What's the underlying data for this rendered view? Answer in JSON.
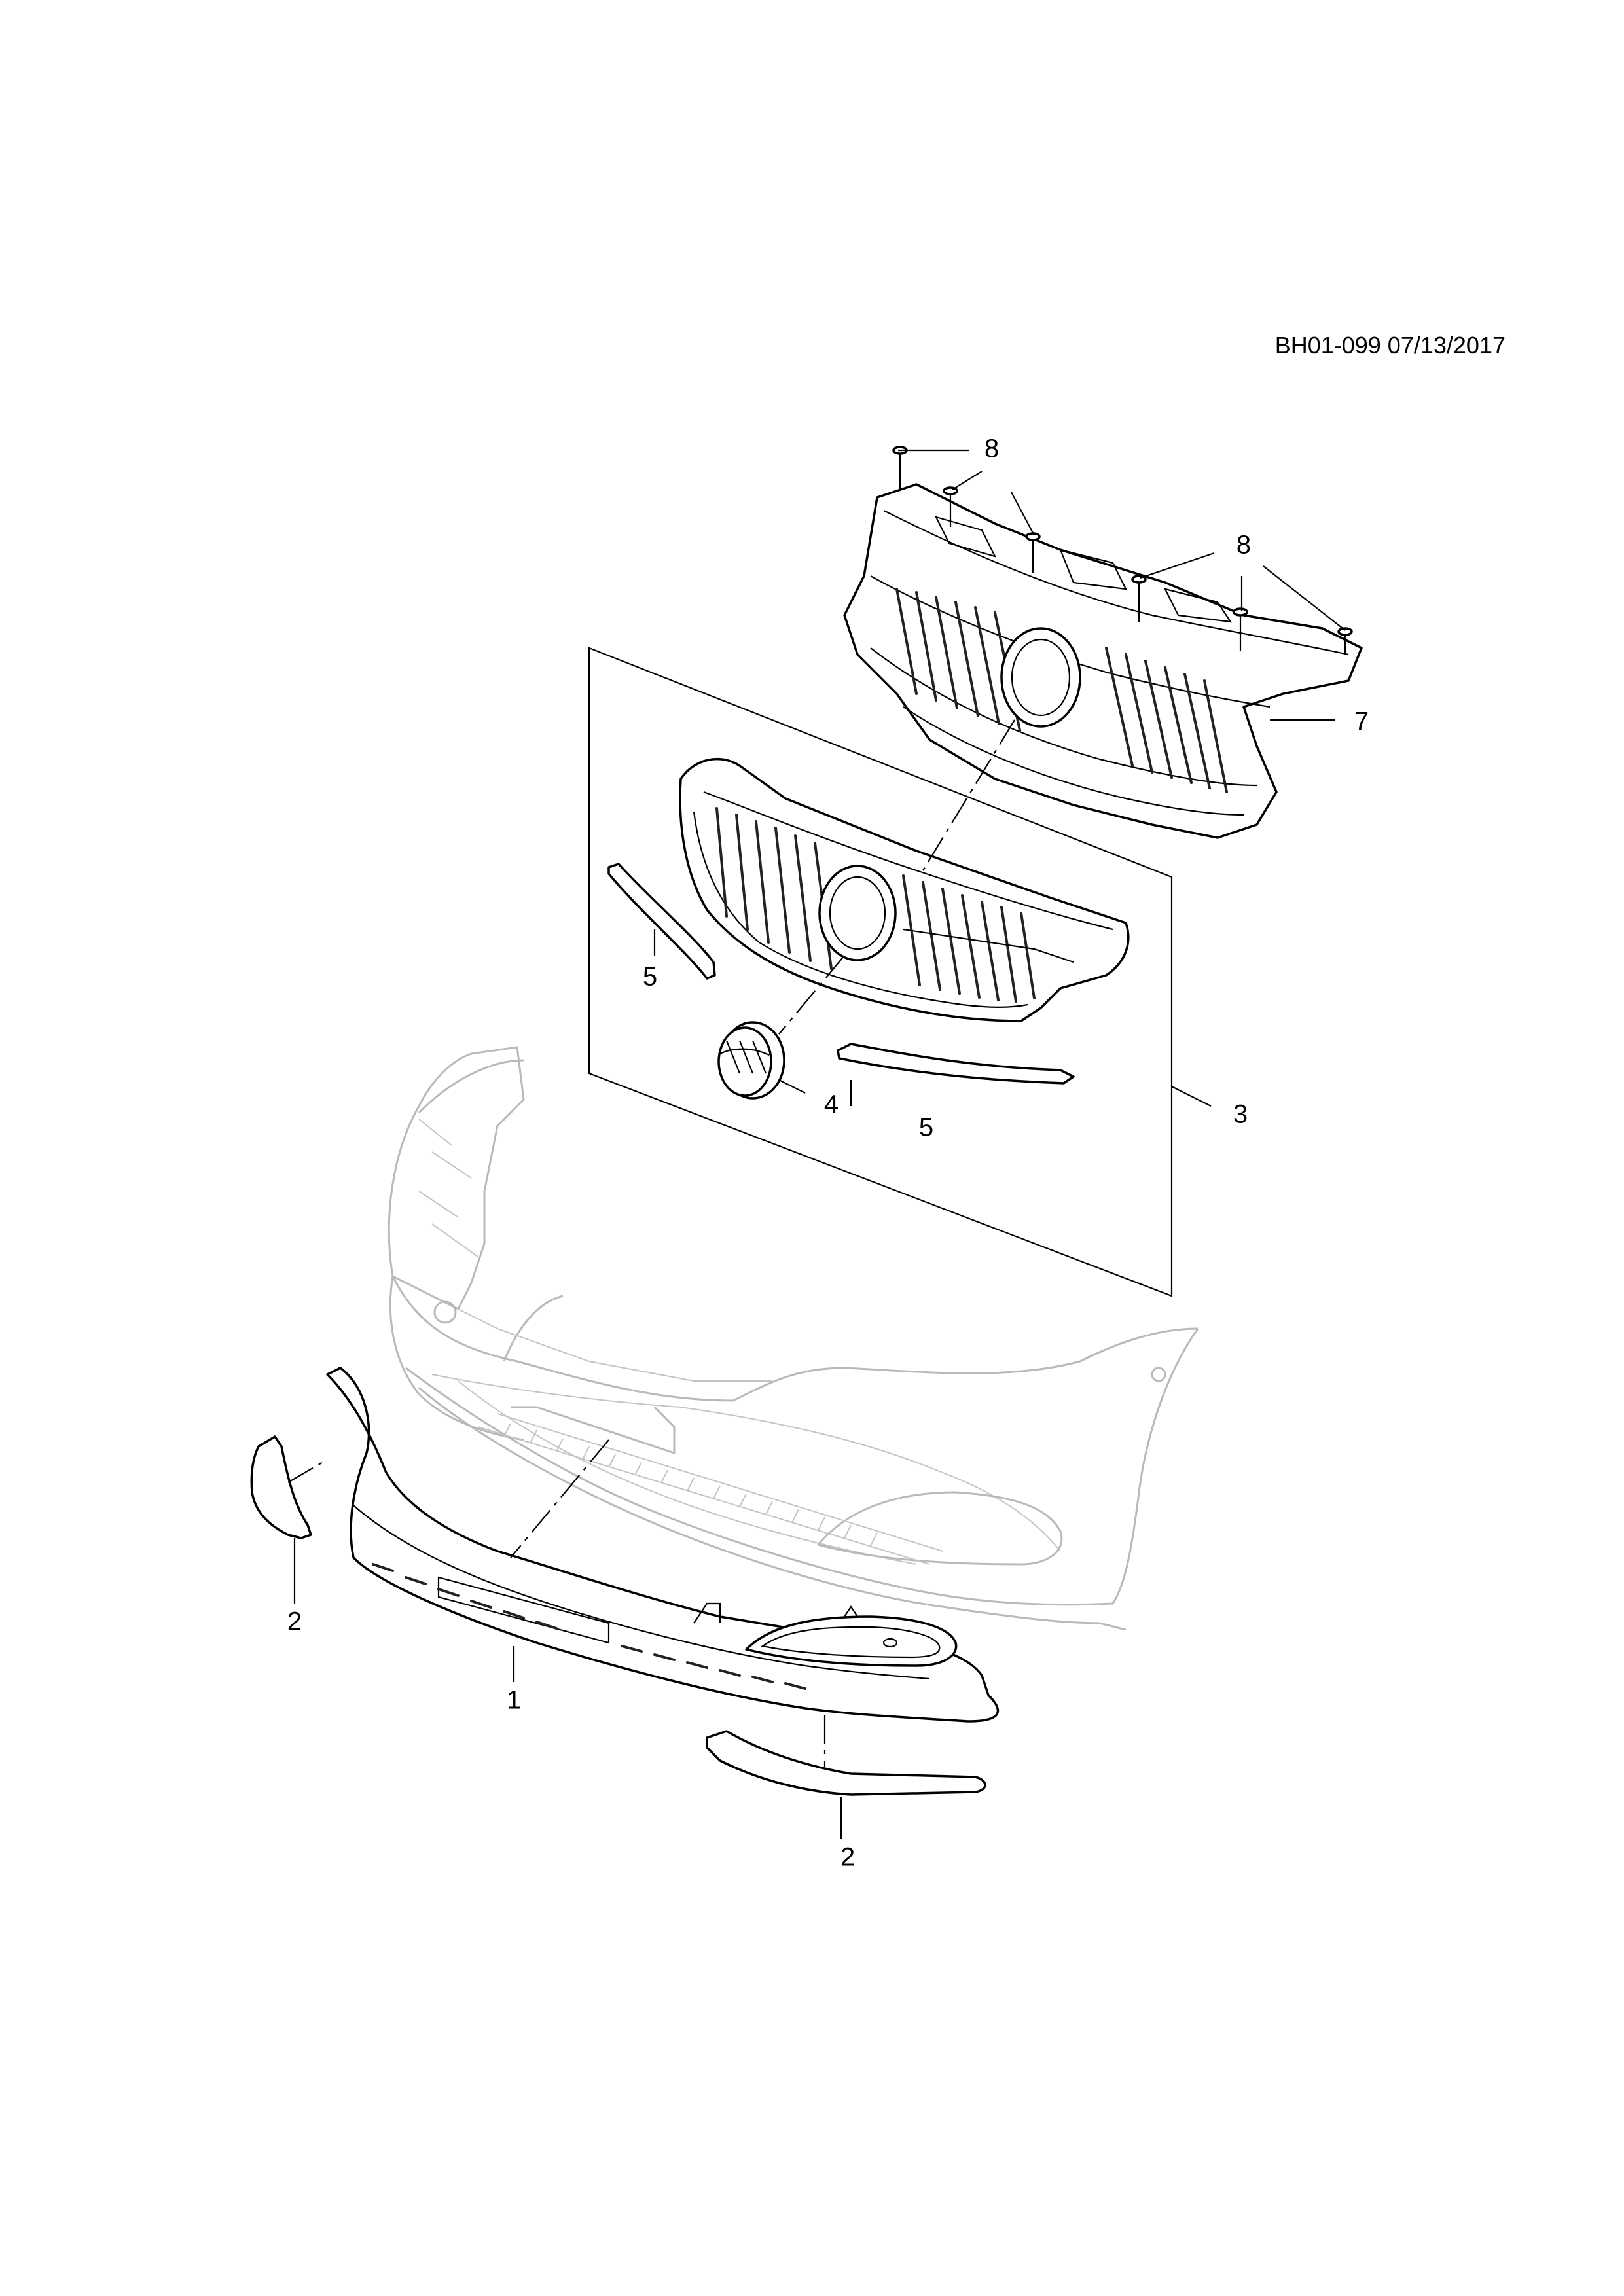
{
  "diagram": {
    "reference_code": "BH01-099 07/13/2017",
    "callouts": [
      {
        "id": "c1",
        "label": "1"
      },
      {
        "id": "c2a",
        "label": "2"
      },
      {
        "id": "c2b",
        "label": "2"
      },
      {
        "id": "c3",
        "label": "3"
      },
      {
        "id": "c4",
        "label": "4"
      },
      {
        "id": "c5a",
        "label": "5"
      },
      {
        "id": "c5b",
        "label": "5"
      },
      {
        "id": "c7",
        "label": "7"
      },
      {
        "id": "c8a",
        "label": "8"
      },
      {
        "id": "c8b",
        "label": "8"
      }
    ],
    "colors": {
      "line": "#000000",
      "ghost_line": "#b9b9b9",
      "background": "#ffffff"
    }
  }
}
